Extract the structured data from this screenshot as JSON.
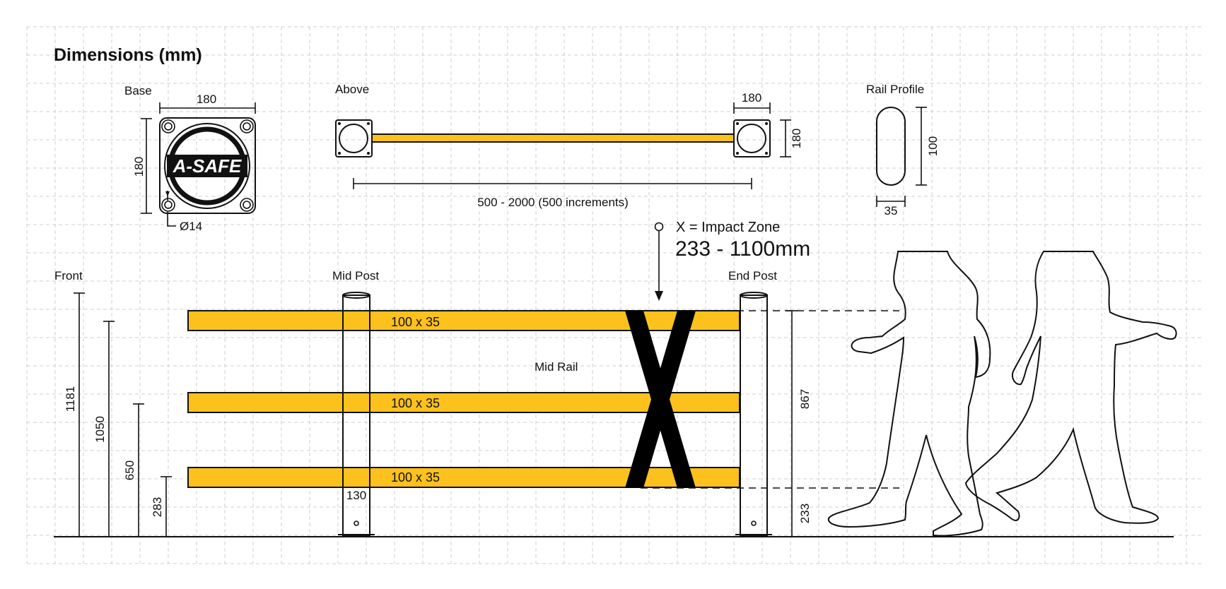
{
  "title": "Dimensions (mm)",
  "colors": {
    "rail": "#FDC11D",
    "ink": "#111111",
    "grid": "#CFCFCF",
    "background": "#FFFFFF",
    "impact": "#000000"
  },
  "base": {
    "label": "Base",
    "width": "180",
    "height": "180",
    "hole": "Ø14",
    "logo": "A-SAFE"
  },
  "above": {
    "label": "Above",
    "post_width": "180",
    "post_height": "180",
    "length": "500 - 2000 (500 increments)"
  },
  "rail_profile": {
    "label": "Rail Profile",
    "height": "100",
    "width": "35"
  },
  "impact": {
    "legend": "X = Impact Zone",
    "range": "233 - 1100mm",
    "marker_icon": "cross-icon"
  },
  "front": {
    "label": "Front",
    "mid_post_label": "Mid Post",
    "end_post_label": "End Post",
    "mid_rail_label": "Mid Rail",
    "post_diameter": "130",
    "rail_sizes": [
      "100 x 35",
      "100 x 35",
      "100 x 35"
    ],
    "heights": [
      "1181",
      "1050",
      "650",
      "283"
    ],
    "zone_height": "867",
    "zone_base": "233"
  },
  "figures": [
    "walking-person-icon",
    "walking-person-icon"
  ]
}
